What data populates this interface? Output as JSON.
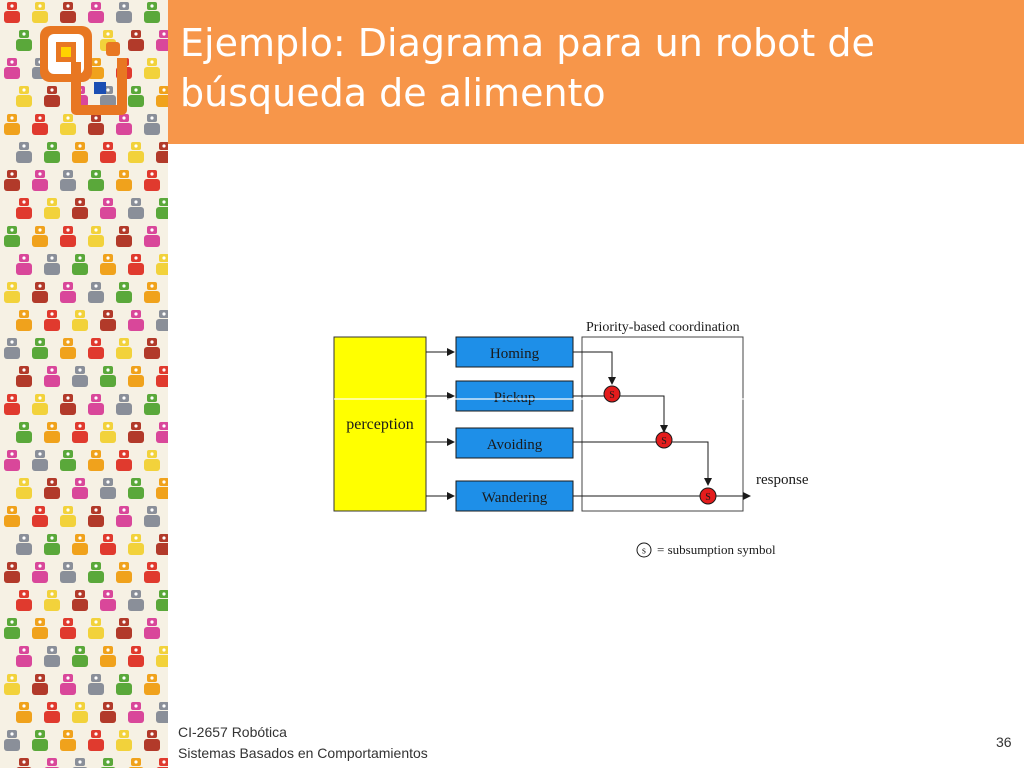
{
  "slide": {
    "title": "Ejemplo: Diagrama para un robot de búsqueda de alimento",
    "footer_course": "CI-2657 Robótica",
    "footer_topic": "Sistemas Basados en Comportamientos",
    "page_number": "36"
  },
  "diagram": {
    "perception_label": "perception",
    "behaviors": [
      "Homing",
      "Pickup",
      "Avoiding",
      "Wandering"
    ],
    "coordination_label": "Priority-based coordination",
    "output_label": "response",
    "node_symbol": "S",
    "legend_symbol": "s",
    "legend_text": "= subsumption symbol"
  },
  "colors": {
    "title_bar": "#f7964a",
    "perception_fill": "#ffff00",
    "behavior_fill": "#1e8fe8",
    "node_fill": "#e41c1c"
  }
}
